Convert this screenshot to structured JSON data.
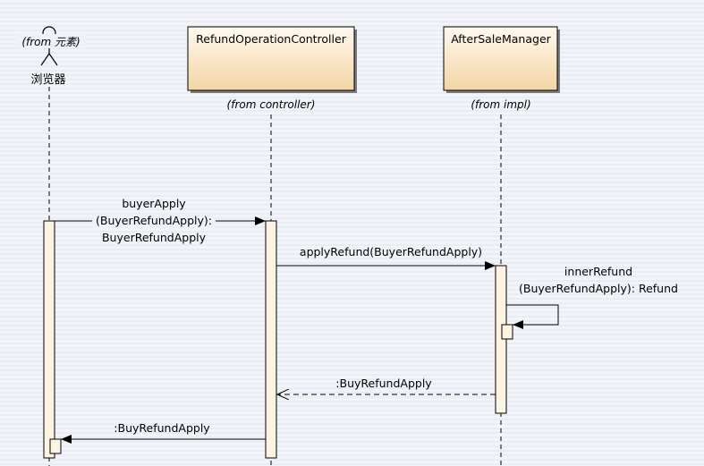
{
  "actor": {
    "stereotype": "(from 元素)",
    "name": "浏览器"
  },
  "lifelines": [
    {
      "name": "RefundOperationController",
      "from": "(from controller)"
    },
    {
      "name": "AfterSaleManager",
      "from": "(from impl)"
    }
  ],
  "messages": [
    {
      "line1": "buyerApply",
      "line2": "(BuyerRefundApply):",
      "line3": "BuyerRefundApply"
    },
    {
      "text": "applyRefund(BuyerRefundApply)"
    },
    {
      "line1": "innerRefund",
      "line2": "(BuyerRefundApply): Refund"
    },
    {
      "text": ":BuyRefundApply"
    },
    {
      "text": ":BuyRefundApply"
    }
  ],
  "colors": {
    "box_fill_top": "#fff7ea",
    "box_fill_bottom": "#f3d6a6",
    "activation_fill": "#fdf3e3",
    "line": "#000000"
  }
}
